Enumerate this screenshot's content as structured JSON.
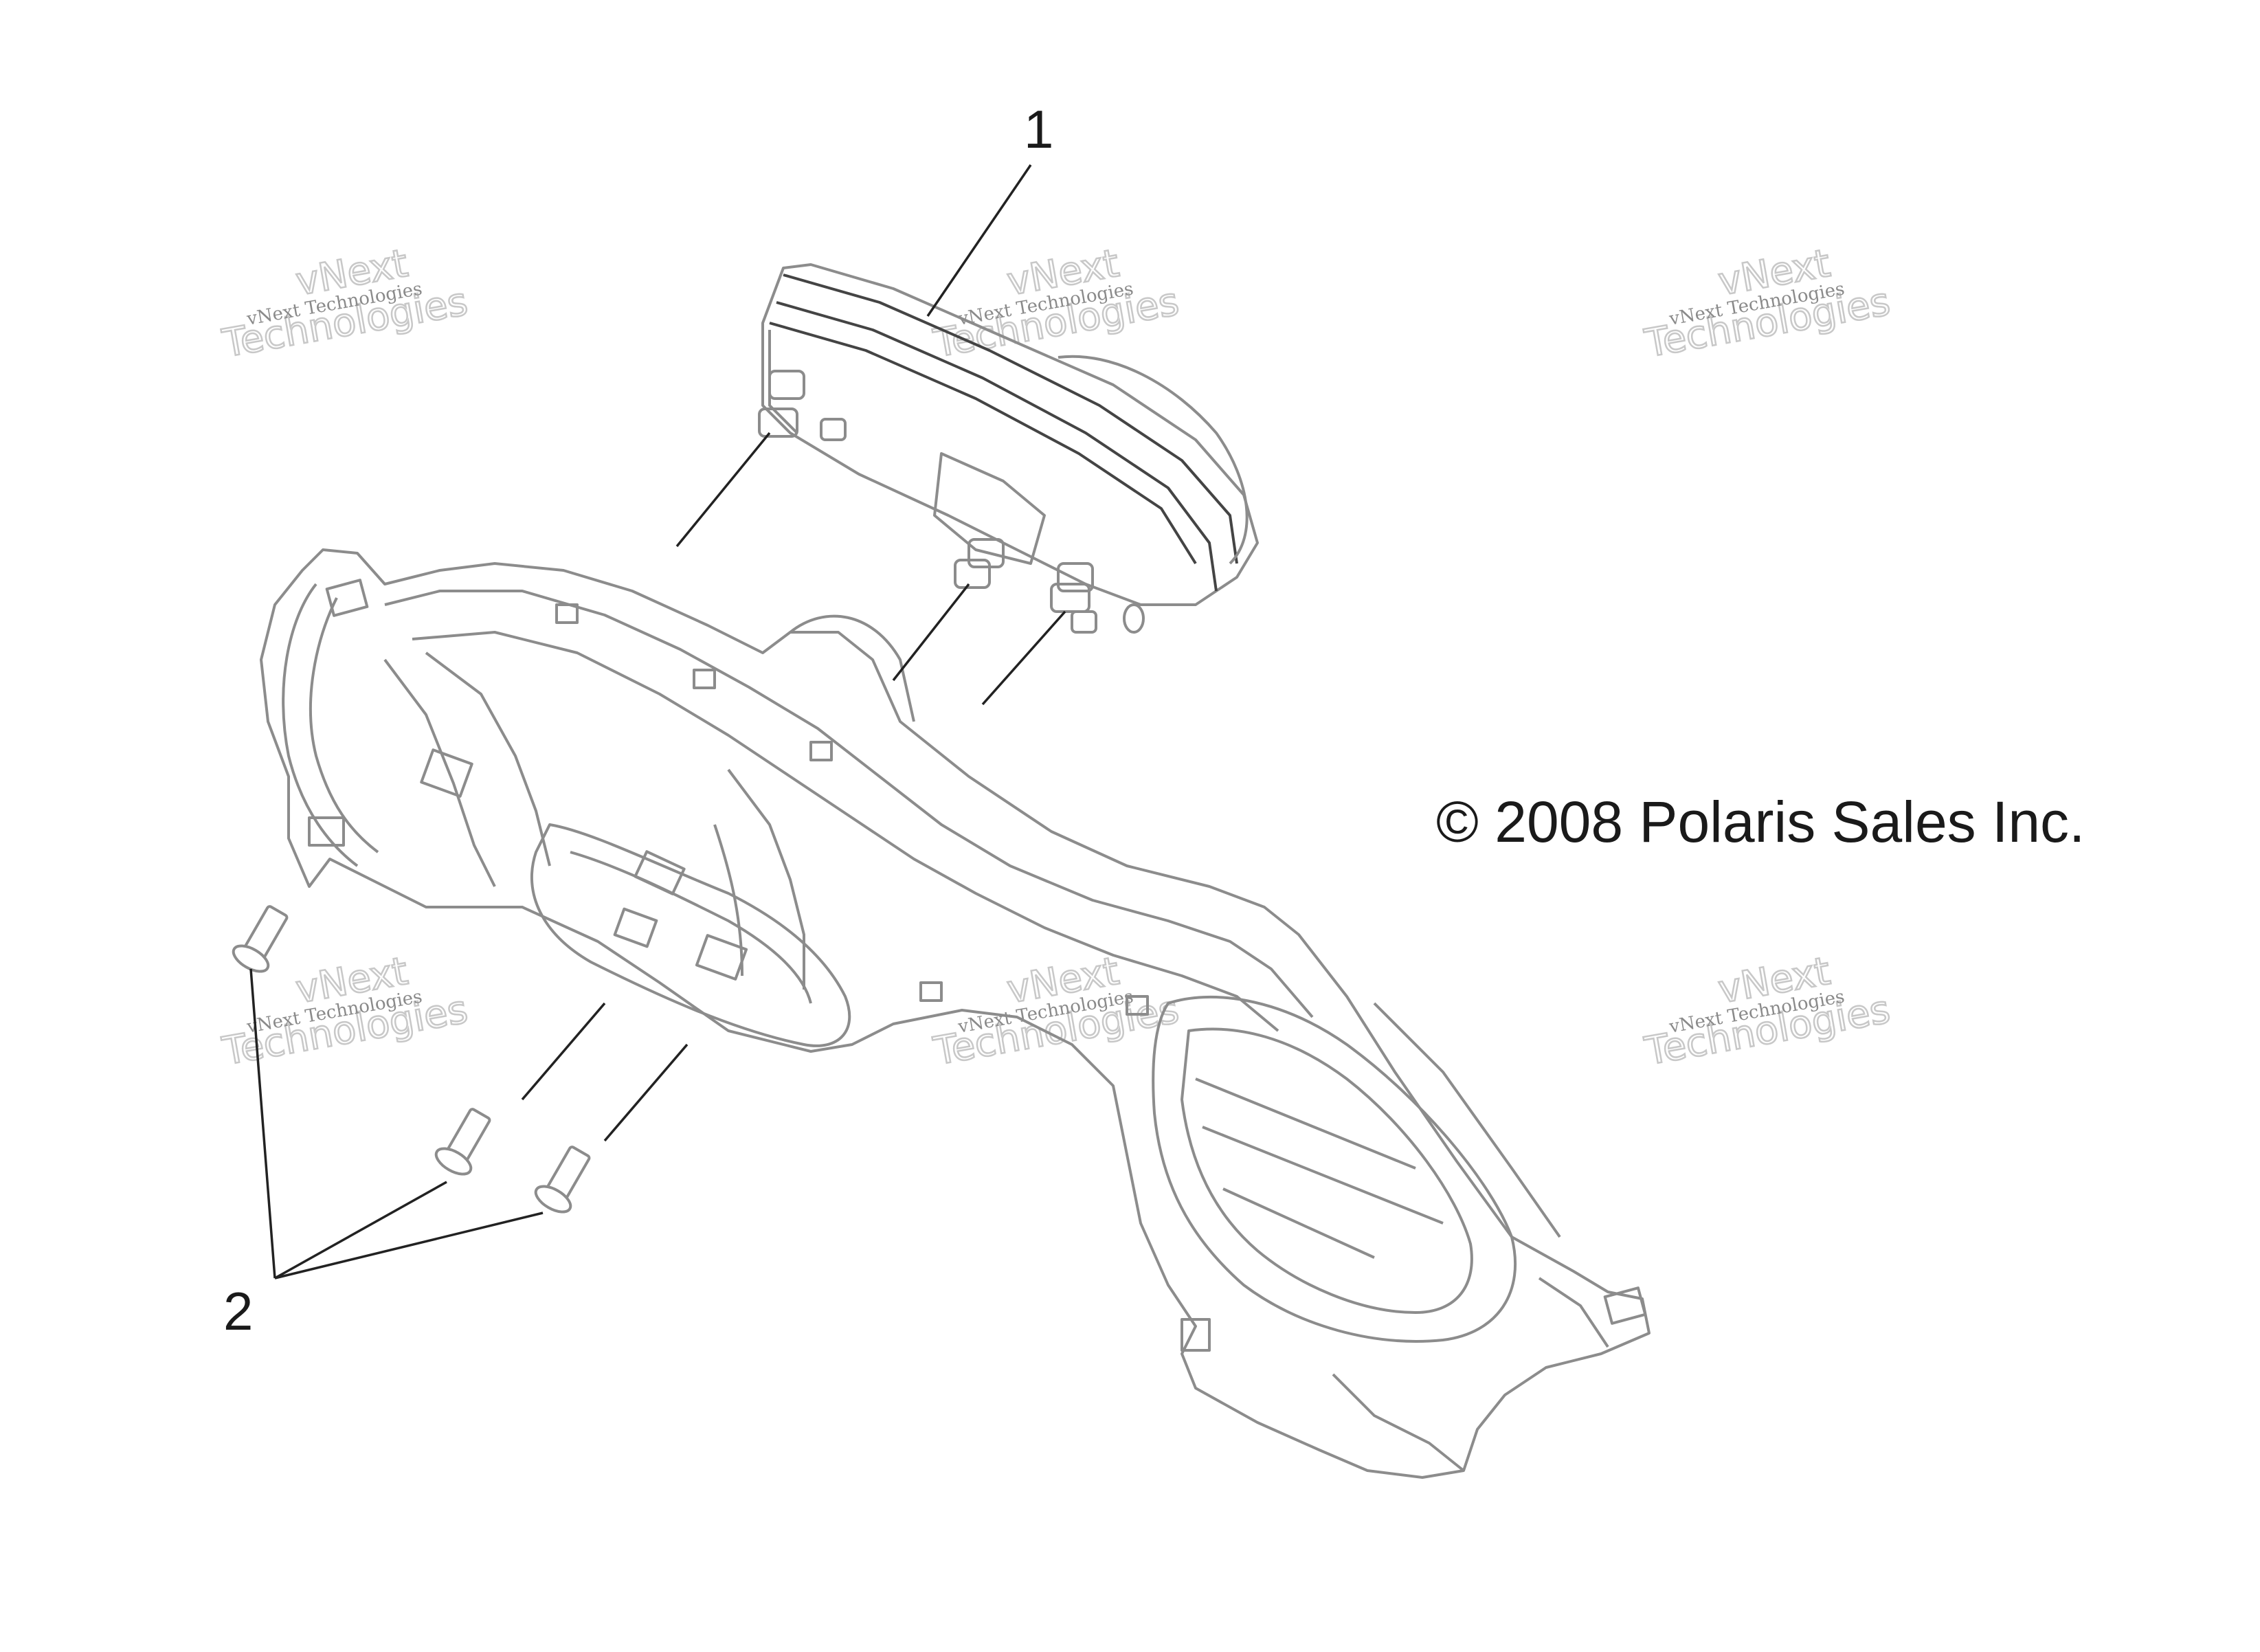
{
  "callouts": [
    {
      "id": "1",
      "label": "1"
    },
    {
      "id": "2",
      "label": "2"
    }
  ],
  "copyright": "© 2008 Polaris Sales Inc.",
  "watermark": {
    "line1": "vNext",
    "line2": "Technologies",
    "small": "vNext Technologies"
  },
  "colors": {
    "line": "#8c8c8c",
    "text": "#1a1a1a",
    "watermark": "#c8c8c8"
  }
}
